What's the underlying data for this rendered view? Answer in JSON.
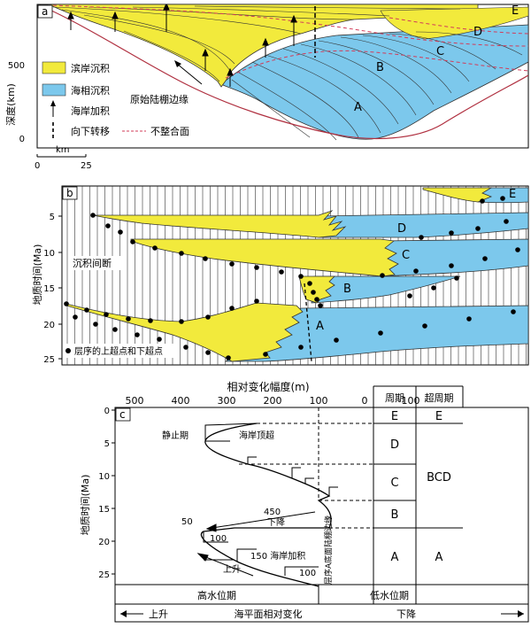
{
  "panel_a": {
    "label": "a",
    "y_axis_label": "深度(km)",
    "y_tick_500": "500",
    "y_tick_0": "0",
    "scale_unit": "km",
    "scale_0": "0",
    "scale_25": "25",
    "legend": {
      "coastal": "滨岸沉积",
      "marine": "海相沉积",
      "aggradation": "海岸加积",
      "downshift": "向下转移",
      "unconformity": "不整合面"
    },
    "shelf_edge_label": "原始陆棚边缘",
    "seq_labels": [
      "A",
      "B",
      "C",
      "D",
      "E"
    ],
    "colors": {
      "coastal": "#f2ea3c",
      "marine": "#7cc8ec",
      "unconf": "#d23c5a"
    }
  },
  "panel_b": {
    "label": "b",
    "y_axis_label": "地质时间(Ma)",
    "y_ticks": [
      "5",
      "10",
      "15",
      "20",
      "25"
    ],
    "hiatus_label": "沉积间断",
    "point_legend": "层序的上超点和下超点",
    "seq_labels": [
      "A",
      "B",
      "C",
      "D",
      "E"
    ]
  },
  "panel_c": {
    "label": "c",
    "top_axis_label": "相对变化幅度(m)",
    "x_ticks": [
      "500",
      "400",
      "300",
      "200",
      "100",
      "0",
      "-100"
    ],
    "y_axis_label": "地质时间(Ma)",
    "y_ticks": [
      "0",
      "5",
      "10",
      "15",
      "20",
      "25"
    ],
    "col_period": "周期",
    "col_superperiod": "超周期",
    "periods": [
      "E",
      "D",
      "C",
      "B",
      "A"
    ],
    "superperiods": [
      "E",
      "BCD",
      "A"
    ],
    "annotations": {
      "stillstand": "静止期",
      "toplap": "海岸顶超",
      "fall_450": "450",
      "fall_label": "下降",
      "n50": "50",
      "n100a": "100",
      "aggr150": "150 海岸加积",
      "n100b": "100",
      "rise": "上升",
      "shelf_vertical": "层序A底面陆棚边缘"
    },
    "highstand": "高水位期",
    "lowstand": "低水位期",
    "bottom_rise": "上升",
    "bottom_center": "海平面相对变化",
    "bottom_fall": "下降"
  }
}
